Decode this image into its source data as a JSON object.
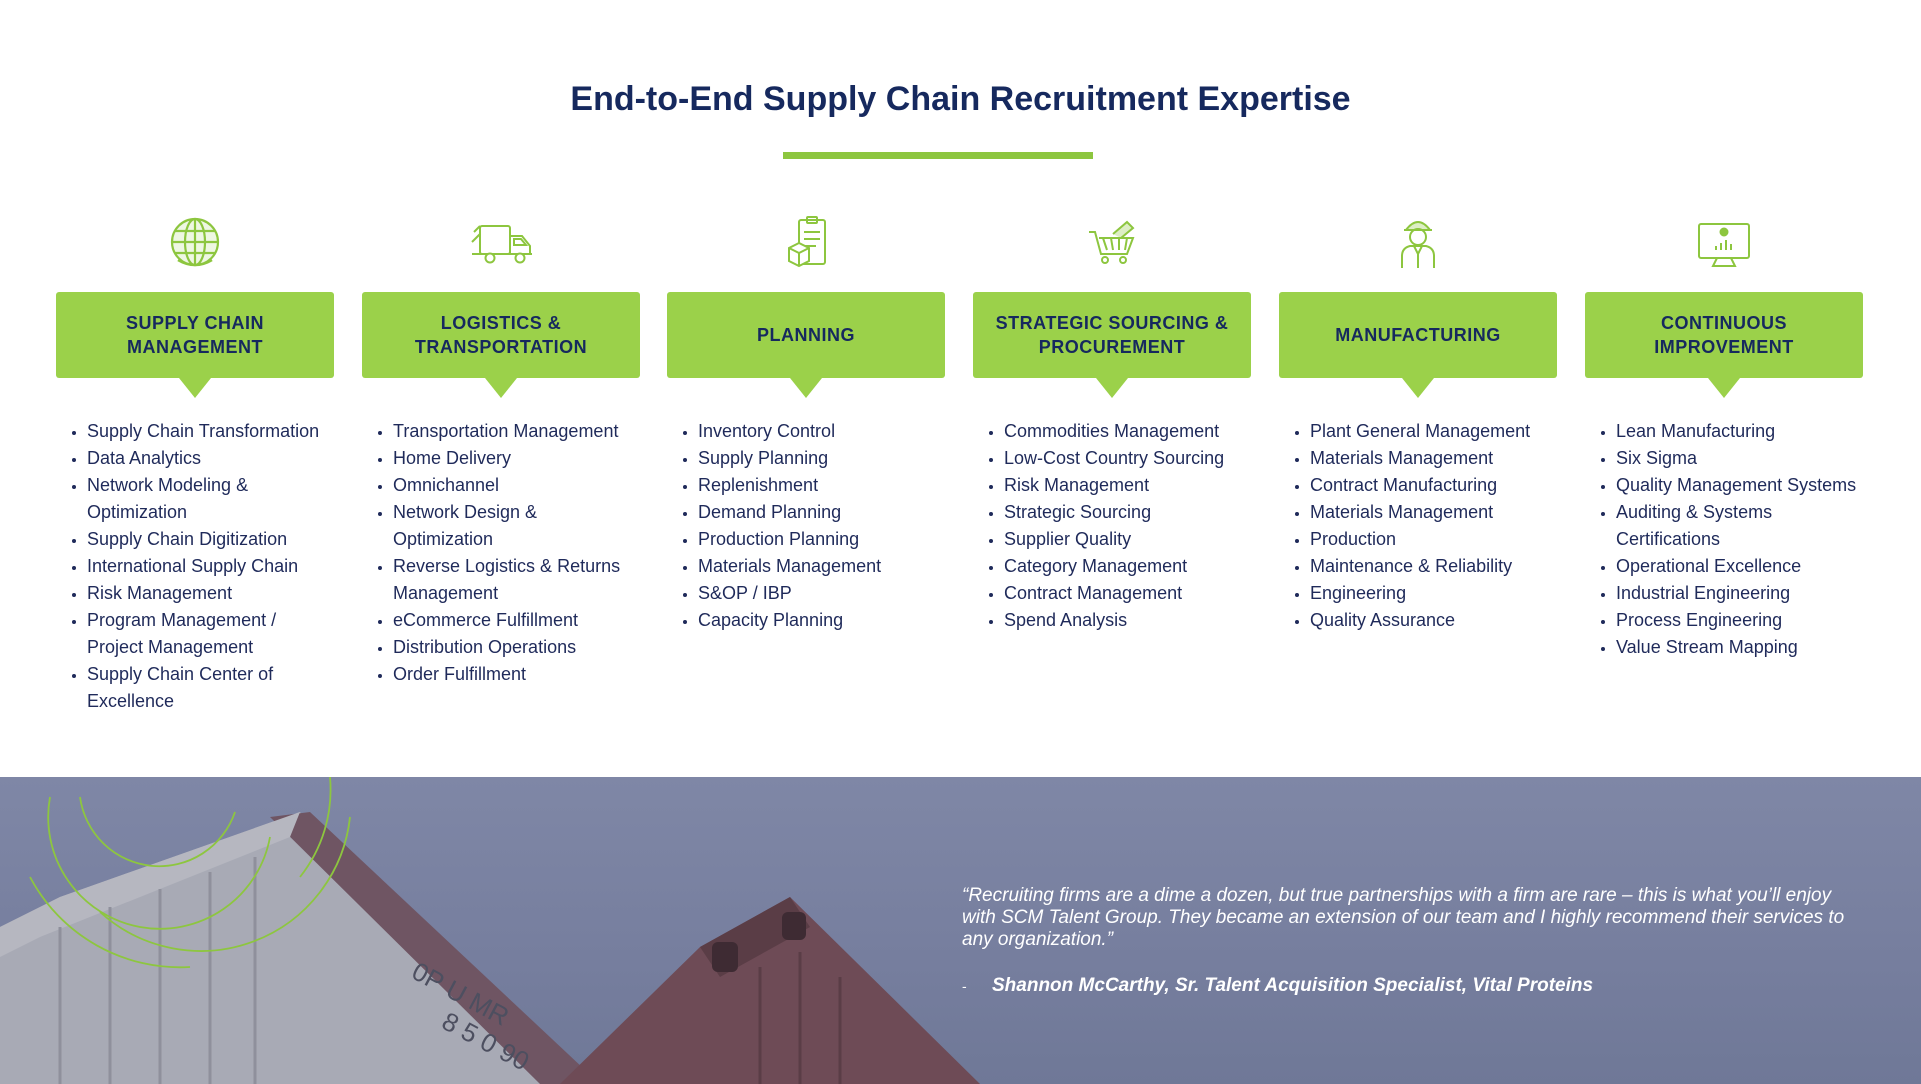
{
  "title": "End-to-End Supply Chain Recruitment Expertise",
  "accent_color": "#8dc63f",
  "heading_color": "#16295e",
  "columns": [
    {
      "icon": "globe-icon",
      "heading": "SUPPLY CHAIN\nMANAGEMENT",
      "items": [
        "Supply Chain Transformation",
        "Data Analytics",
        "Network Modeling & Optimization",
        "Supply Chain Digitization",
        "International Supply Chain",
        "Risk Management",
        "Program Management / Project Management",
        "Supply Chain Center of Excellence"
      ]
    },
    {
      "icon": "truck-icon",
      "heading": "LOGISTICS &\nTRANSPORTATION",
      "items": [
        "Transportation Management",
        "Home Delivery",
        "Omnichannel",
        "Network Design & Optimization",
        "Reverse Logistics & Returns Management",
        "eCommerce Fulfillment",
        "Distribution Operations",
        "Order Fulfillment"
      ]
    },
    {
      "icon": "clipboard-box-icon",
      "heading": "PLANNING",
      "items": [
        "Inventory Control",
        "Supply Planning",
        "Replenishment",
        "Demand Planning",
        "Production Planning",
        "Materials Management",
        "S&OP / IBP",
        "Capacity Planning"
      ]
    },
    {
      "icon": "shopping-basket-icon",
      "heading": "STRATEGIC SOURCING &\nPROCUREMENT",
      "items": [
        "Commodities Management",
        "Low-Cost Country Sourcing",
        "Risk Management",
        "Strategic Sourcing",
        "Supplier Quality",
        "Category Management",
        "Contract Management",
        "Spend Analysis"
      ]
    },
    {
      "icon": "worker-icon",
      "heading": "MANUFACTURING",
      "items": [
        "Plant General Management",
        "Materials Management",
        "Contract Manufacturing",
        "Materials Management",
        "Production",
        "Maintenance & Reliability",
        "Engineering",
        "Quality Assurance"
      ]
    },
    {
      "icon": "monitor-chart-icon",
      "heading": "CONTINUOUS\nIMPROVEMENT",
      "items": [
        "Lean Manufacturing",
        "Six Sigma",
        "Quality Management Systems",
        "Auditing & Systems Certifications",
        "Operational Excellence",
        "Industrial Engineering",
        "Process Engineering",
        "Value Stream Mapping"
      ]
    }
  ],
  "testimonial": {
    "quote": "“Recruiting firms are a dime a dozen, but true partnerships with a firm are rare – this is what you’ll enjoy with SCM Talent Group. They became an extension of our team and I highly recommend their services to any organization.”",
    "dash": "-",
    "author": "Shannon McCarthy, Sr. Talent Acquisition Specialist, Vital Proteins"
  }
}
